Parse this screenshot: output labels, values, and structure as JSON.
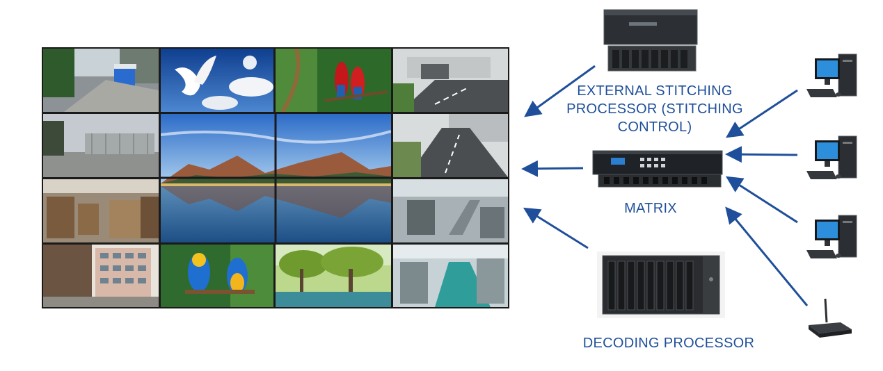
{
  "labels": {
    "external_stitching": "EXTERNAL STITCHING PROCESSOR (STITCHING CONTROL)",
    "matrix": "MATRIX",
    "decoding": "DECODING PROCESSOR"
  },
  "colors": {
    "arrow": "#1f4f9a",
    "label": "#1f4f9a"
  },
  "devices": {
    "pcs": [
      "desktop-pc-icon",
      "desktop-pc-icon",
      "desktop-pc-icon"
    ],
    "set_top_box": "set-top-box-icon"
  }
}
